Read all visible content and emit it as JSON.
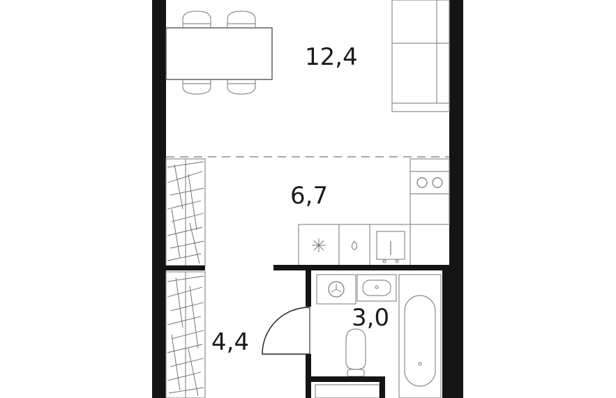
{
  "rooms": {
    "living": {
      "area": "12,4"
    },
    "kitchen": {
      "area": "6,7"
    },
    "hallway": {
      "area": "4,4"
    },
    "bathroom": {
      "area": "3,0"
    }
  },
  "colors": {
    "wall": "#141414",
    "furniture_stroke": "#8c8c8c",
    "background": "#ffffff"
  },
  "icons": [
    "snowflake-icon",
    "gas-flame-icon",
    "washer-icon",
    "sink-icon",
    "stove-burner-icon"
  ]
}
